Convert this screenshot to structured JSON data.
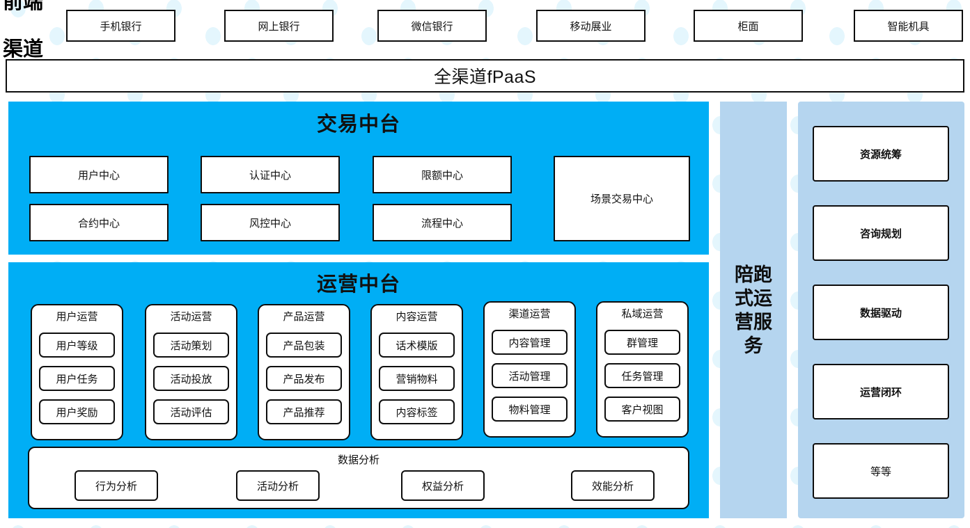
{
  "colors": {
    "primary_blue": "#00AEF5",
    "light_blue": "#B5D5EF",
    "dot_blue": "#E4F6FD",
    "outline": "#0D0D0D"
  },
  "front_channel": {
    "label_line1": "前端",
    "label_line2": "渠道",
    "channels": [
      {
        "label": "手机银行"
      },
      {
        "label": "网上银行"
      },
      {
        "label": "微信银行"
      },
      {
        "label": "移动展业"
      },
      {
        "label": "柜面"
      },
      {
        "label": "智能机具"
      }
    ]
  },
  "fpaas": {
    "label": "全渠道fPaaS"
  },
  "trade_center": {
    "title": "交易中台",
    "items": [
      {
        "label": "用户中心"
      },
      {
        "label": "认证中心"
      },
      {
        "label": "限额中心"
      },
      {
        "label": "合约中心"
      },
      {
        "label": "风控中心"
      },
      {
        "label": "流程中心"
      }
    ],
    "big_item": {
      "label": "场景交易中心"
    }
  },
  "ops_center": {
    "title": "运营中台",
    "groups": [
      {
        "title": "用户运营",
        "items": [
          "用户等级",
          "用户任务",
          "用户奖励"
        ]
      },
      {
        "title": "活动运营",
        "items": [
          "活动策划",
          "活动投放",
          "活动评估"
        ]
      },
      {
        "title": "产品运营",
        "items": [
          "产品包装",
          "产品发布",
          "产品推荐"
        ]
      },
      {
        "title": "内容运营",
        "items": [
          "话术模版",
          "营销物料",
          "内容标签"
        ]
      },
      {
        "title": "渠道运营",
        "items": [
          "内容管理",
          "活动管理",
          "物料管理"
        ]
      },
      {
        "title": "私域运营",
        "items": [
          "群管理",
          "任务管理",
          "客户视图"
        ]
      }
    ],
    "data_analysis": {
      "title": "数据分析",
      "items": [
        "行为分析",
        "活动分析",
        "权益分析",
        "效能分析"
      ]
    }
  },
  "vertical_column": {
    "label": "陪跑式运营服务"
  },
  "service_panel": {
    "items": [
      {
        "label": "资源统筹",
        "bold": true
      },
      {
        "label": "咨询规划",
        "bold": true
      },
      {
        "label": "数据驱动",
        "bold": true
      },
      {
        "label": "运营闭环",
        "bold": true
      },
      {
        "label": "等等",
        "bold": false
      }
    ]
  }
}
